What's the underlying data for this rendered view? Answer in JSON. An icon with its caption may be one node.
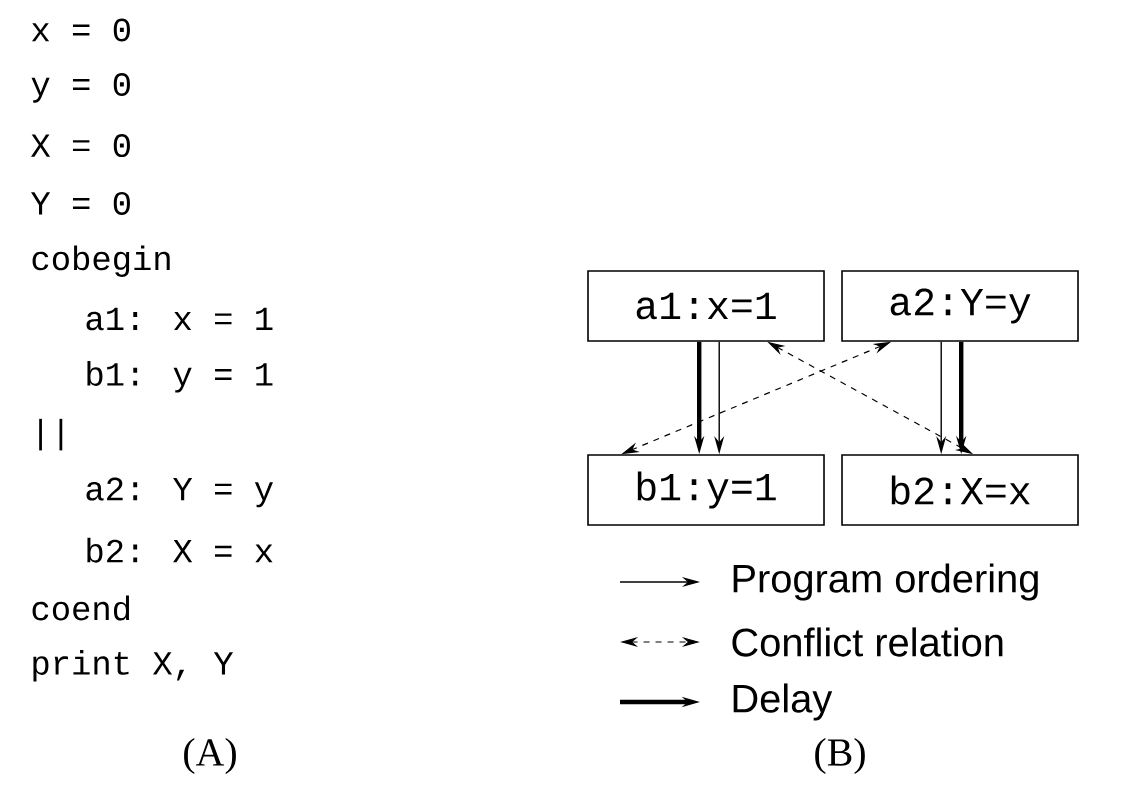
{
  "diagram": {
    "nodes": [
      {
        "text": [
          "a1:x=1"
        ]
      },
      {
        "text": [
          "a2:Y=y"
        ]
      },
      {
        "text": [
          "b1:y=1"
        ]
      },
      {
        "text": [
          "b2:X=x"
        ]
      }
    ],
    "edges": [
      {
        "from": 0,
        "to": 2,
        "arrow": "to"
      },
      {
        "from": 0,
        "to": 2,
        "arrow": "to",
        "style": "thick"
      },
      {
        "from": 1,
        "to": 3,
        "arrow": "to"
      },
      {
        "from": 1,
        "to": 3,
        "arrow": "to",
        "style": "thick"
      },
      {
        "from": 0,
        "to": 3,
        "arrow": "both",
        "style": "dashed"
      },
      {
        "from": 1,
        "to": 2,
        "arrow": "both",
        "style": "dashed"
      }
    ],
    "labels": [
      "x = 0",
      "y = 0",
      "X = 0",
      "Y = 0",
      "cobegin",
      "a1:  x = 1",
      "b1:  y = 1",
      "||",
      "a2:  Y = y",
      "b2:  X = x",
      "coend",
      "print X, Y",
      "(A)",
      "(B)"
    ],
    "legend": [
      {
        "text": "Program ordering"
      },
      {
        "text": "Conflict relation"
      },
      {
        "text": "Delay"
      }
    ]
  }
}
